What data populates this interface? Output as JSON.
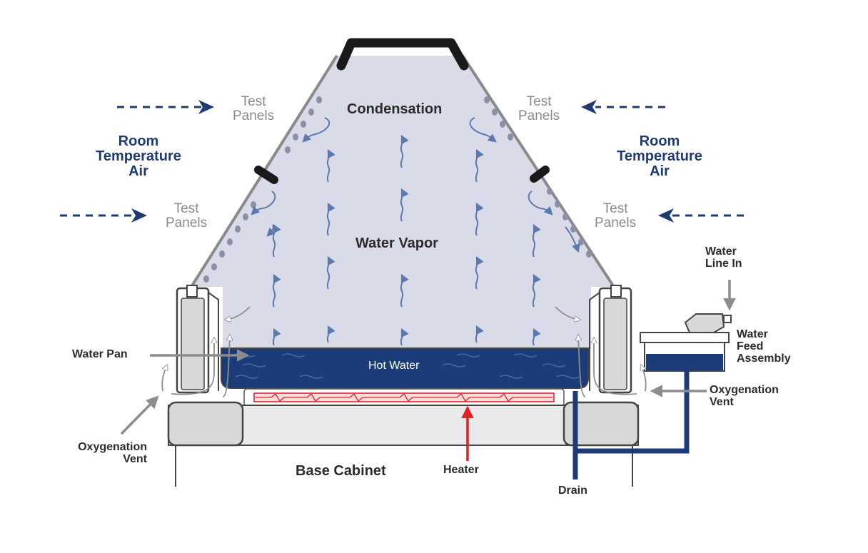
{
  "labels": {
    "condensation": "Condensation",
    "water_vapor": "Water Vapor",
    "test_panels_line1": "Test",
    "test_panels_line2": "Panels",
    "room_air_line1": "Room",
    "room_air_line2": "Temperature",
    "room_air_line3": "Air",
    "water_line_line1": "Water",
    "water_line_line2": "Line In",
    "water_feed_line1": "Water",
    "water_feed_line2": "Feed",
    "water_feed_line3": "Assembly",
    "oxygenation_line1": "Oxygenation",
    "oxygenation_line2": "Vent",
    "water_pan": "Water Pan",
    "hot_water": "Hot Water",
    "base_cabinet": "Base Cabinet",
    "heater": "Heater",
    "drain": "Drain"
  },
  "colors": {
    "chamber_fill": "#d9dbe8",
    "hot_water": "#1b3c78",
    "navy": "#1f3b73",
    "heater": "#e01f26",
    "cabinet": "#d8d8d8",
    "vapor_arrow": "#5b79ad"
  }
}
